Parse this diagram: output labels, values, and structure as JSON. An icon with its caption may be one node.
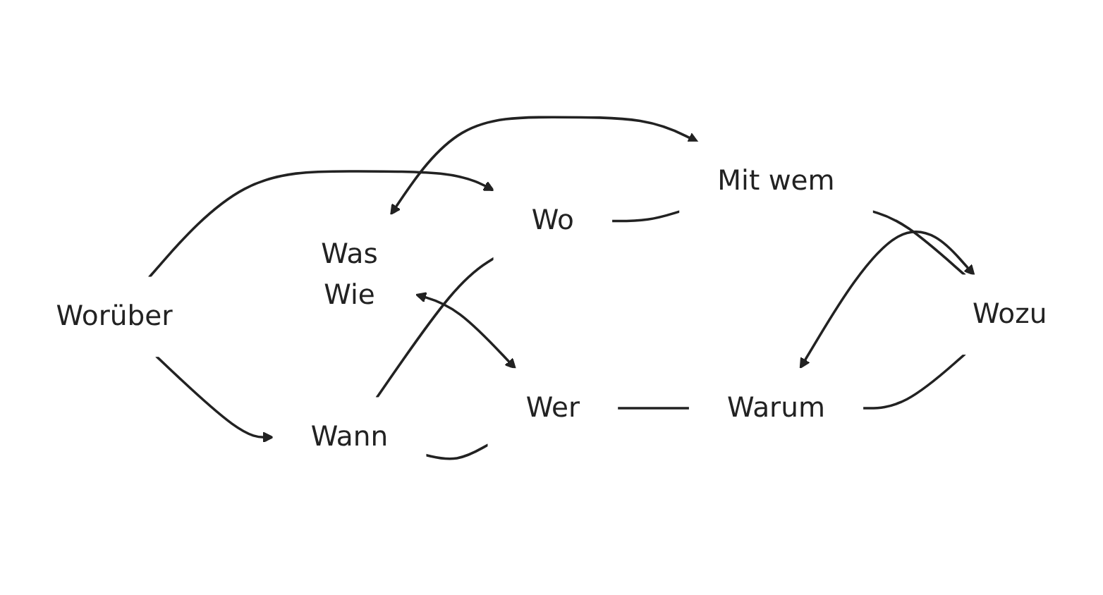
{
  "diagram": {
    "nodes": [
      {
        "text": [
          "Wann"
        ]
      },
      {
        "text": [
          "Worüber"
        ]
      },
      {
        "text": [
          "Wo"
        ]
      },
      {
        "text": [
          "Wer"
        ]
      },
      {
        "text": [
          "Was",
          "Wie"
        ]
      },
      {
        "text": [
          "Mit wem"
        ]
      },
      {
        "text": [
          "Warum"
        ]
      },
      {
        "text": [
          "Wozu"
        ]
      }
    ],
    "edges": [
      {
        "from": 1,
        "to": 0,
        "arrow": "to"
      },
      {
        "from": 1,
        "to": 2,
        "arrow": "to"
      },
      {
        "from": 4,
        "to": 3,
        "arrow": "both"
      },
      {
        "from": 4,
        "to": 5,
        "arrow": "both"
      },
      {
        "from": 6,
        "to": 7,
        "arrow": "both"
      },
      {
        "from": 0,
        "to": 2,
        "arrow": "none"
      },
      {
        "from": 0,
        "to": 3,
        "arrow": "none"
      },
      {
        "from": 2,
        "to": 5,
        "arrow": "none"
      },
      {
        "from": 3,
        "to": 6,
        "arrow": "none"
      },
      {
        "from": 5,
        "to": 7,
        "arrow": "none"
      },
      {
        "from": 6,
        "to": 7,
        "arrow": "none"
      }
    ]
  }
}
